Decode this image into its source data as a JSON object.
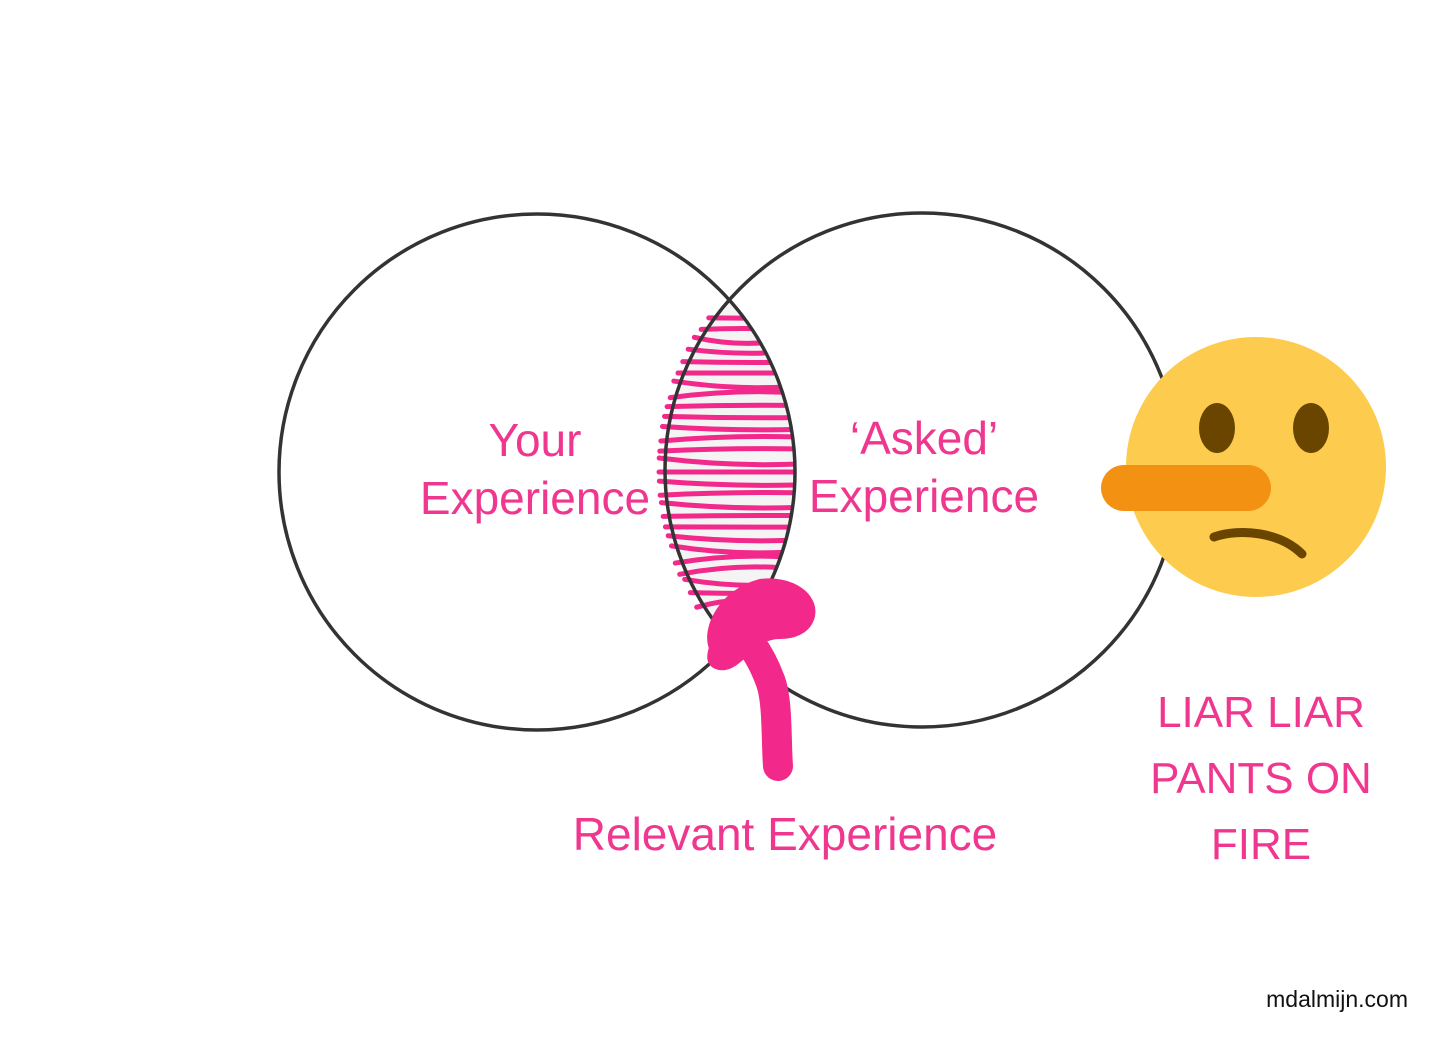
{
  "diagram": {
    "left_circle_label": [
      "Your",
      "Experience"
    ],
    "right_circle_label": [
      "‘Asked’",
      "Experience"
    ],
    "overlap_label": "Relevant Experience",
    "emoji_caption": [
      "LIAR LIAR",
      "PANTS ON",
      "FIRE"
    ],
    "emoji": "lying-face-emoji"
  },
  "watermark": "mdalmijn.com",
  "colors": {
    "accent": "#f0378f",
    "scribble": "#f2288a",
    "emoji_face": "#fdcb4d",
    "emoji_nose": "#f39112",
    "emoji_eyes": "#6a4500",
    "circle_stroke": "#333333"
  }
}
